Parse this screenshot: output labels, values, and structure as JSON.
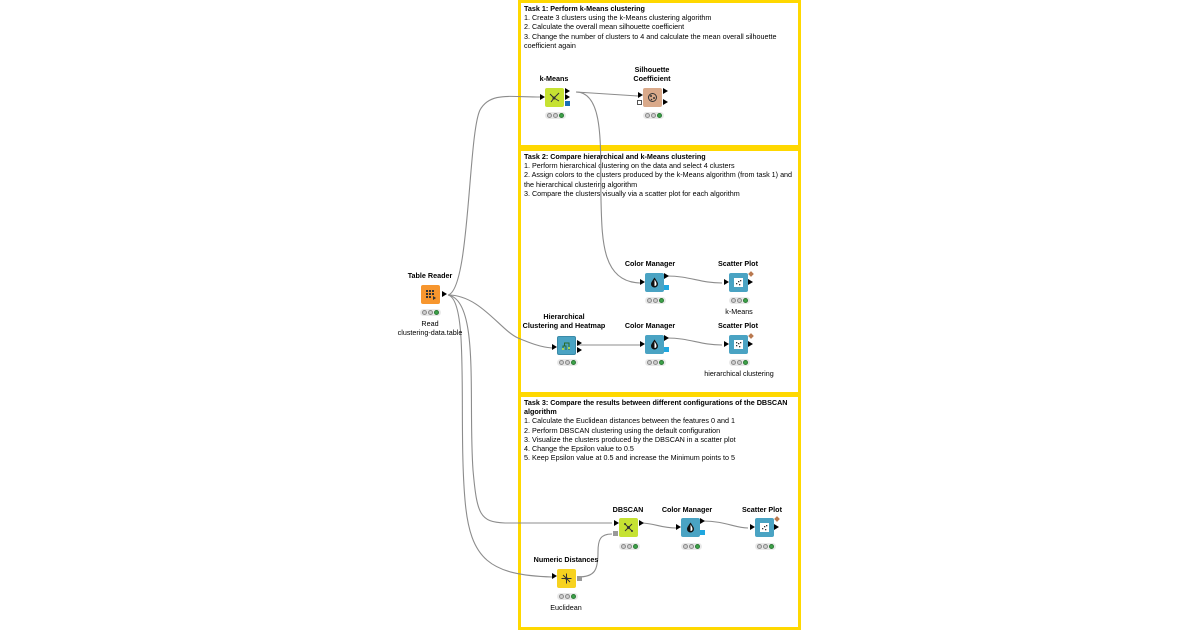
{
  "tasks": [
    {
      "title": "Task 1: Perform k-Means clustering",
      "lines": [
        "1. Create 3 clusters using the k-Means clustering algorithm",
        "2. Calculate the overall mean silhouette coefficient",
        "3. Change the number of clusters to 4 and calculate the mean overall silhouette coefficient again"
      ]
    },
    {
      "title": "Task 2: Compare hierarchical and k-Means clustering",
      "lines": [
        "1. Perform hierarchical clustering on the data and select 4 clusters",
        "2. Assign colors to the clusters produced by the k-Means algorithm (from task 1) and the hierarchical clustering algorithm",
        "3. Compare the clusters visually via a scatter plot for each algorithm"
      ]
    },
    {
      "title": "Task 3: Compare the results between different configurations of the DBSCAN algorithm",
      "lines": [
        "1. Calculate the Euclidean distances between the features 0 and 1",
        "2. Perform DBSCAN clustering using the default configuration",
        "3. Visualize the clusters produced by the DBSCAN in a scatter plot",
        "4. Change the Epsilon value to 0.5",
        "5. Keep Epsilon value at 0.5 and increase the Minimum points to 5"
      ]
    }
  ],
  "nodes": {
    "table_reader": {
      "title": "Table Reader",
      "label": "Read\nclustering-data.table",
      "icon": "table-reader-icon"
    },
    "kmeans": {
      "title": "k-Means",
      "label": "",
      "icon": "kmeans-icon"
    },
    "silhouette": {
      "title": "Silhouette\nCoefficient",
      "label": "",
      "icon": "silhouette-icon"
    },
    "color_manager_1": {
      "title": "Color Manager",
      "label": "",
      "icon": "color-manager-icon"
    },
    "scatter_plot_1": {
      "title": "Scatter Plot",
      "label": "k-Means",
      "icon": "scatter-plot-icon"
    },
    "hierarchical": {
      "title": "Hierarchical\nClustering and Heatmap",
      "label": "",
      "icon": "hierarchical-clustering-icon"
    },
    "color_manager_2": {
      "title": "Color Manager",
      "label": "",
      "icon": "color-manager-icon"
    },
    "scatter_plot_2": {
      "title": "Scatter Plot",
      "label": "hierarchical clustering",
      "icon": "scatter-plot-icon"
    },
    "dbscan": {
      "title": "DBSCAN",
      "label": "",
      "icon": "dbscan-icon"
    },
    "color_manager_3": {
      "title": "Color Manager",
      "label": "",
      "icon": "color-manager-icon"
    },
    "scatter_plot_3": {
      "title": "Scatter Plot",
      "label": "",
      "icon": "scatter-plot-icon"
    },
    "numeric_distances": {
      "title": "Numeric Distances",
      "label": "Euclidean",
      "icon": "numeric-distances-icon"
    }
  },
  "colors": {
    "annotation_border": "#ffd800",
    "source_node": "#f7962e",
    "learner_node": "#c6e232",
    "other_node": "#d9a98a",
    "manipulator_node": "#4aa3c3",
    "view_node": "#4aa3c3",
    "distance_node": "#f7d21f",
    "edge": "#8c8c8c",
    "status_green": "#3ea34a"
  }
}
